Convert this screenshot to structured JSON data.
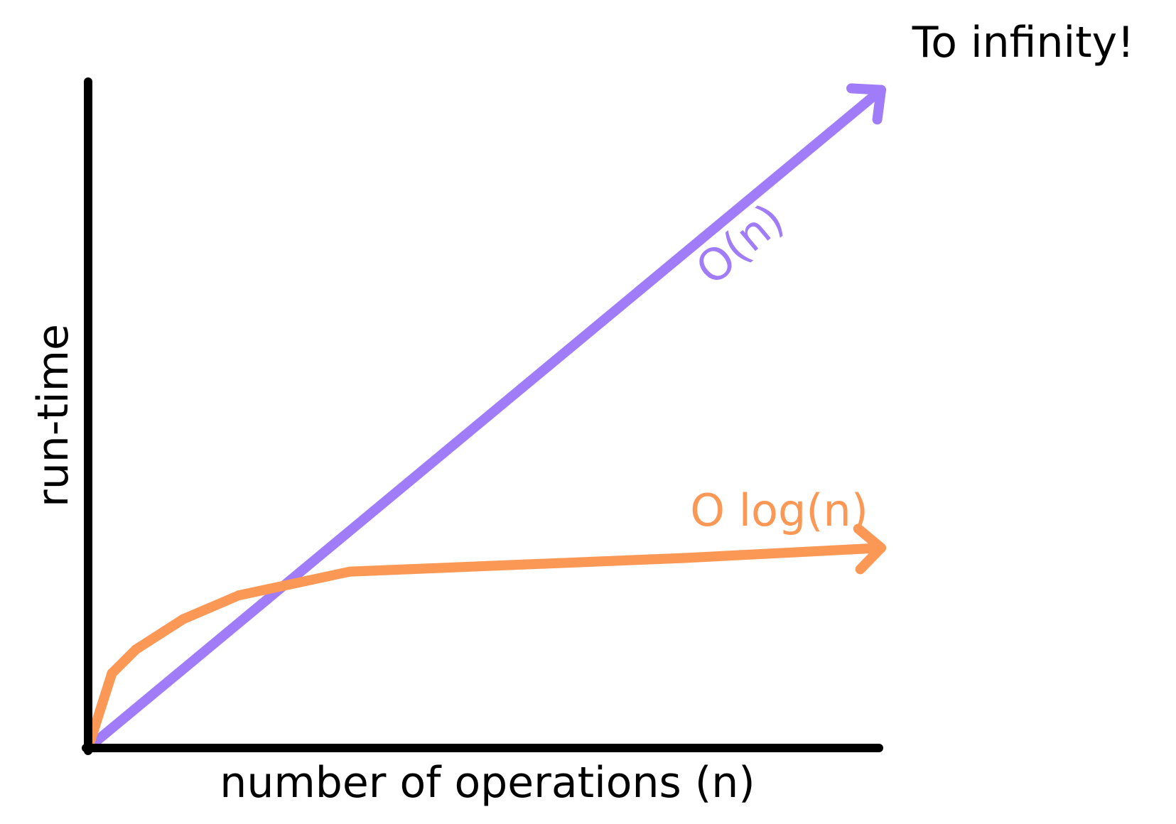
{
  "chart_data": {
    "type": "line",
    "title": "",
    "xlabel": "number of operations (n)",
    "ylabel": "run-time",
    "grid": false,
    "xlim": [
      0,
      1
    ],
    "ylim": [
      0,
      1
    ],
    "annotation": "To infinity!",
    "series": [
      {
        "name": "O(n)",
        "color": "#a07cf8",
        "points": [
          [
            0,
            0
          ],
          [
            1,
            0.97
          ]
        ],
        "arrow_end": true
      },
      {
        "name": "O log(n)",
        "color": "#fc9856",
        "points": [
          [
            0,
            0
          ],
          [
            0.03,
            0.11
          ],
          [
            0.06,
            0.145
          ],
          [
            0.12,
            0.19
          ],
          [
            0.19,
            0.225
          ],
          [
            0.33,
            0.26
          ],
          [
            0.75,
            0.28
          ],
          [
            1,
            0.295
          ]
        ],
        "arrow_end": true
      }
    ],
    "colors": {
      "axis": "#000000",
      "background": "#ffffff"
    }
  }
}
